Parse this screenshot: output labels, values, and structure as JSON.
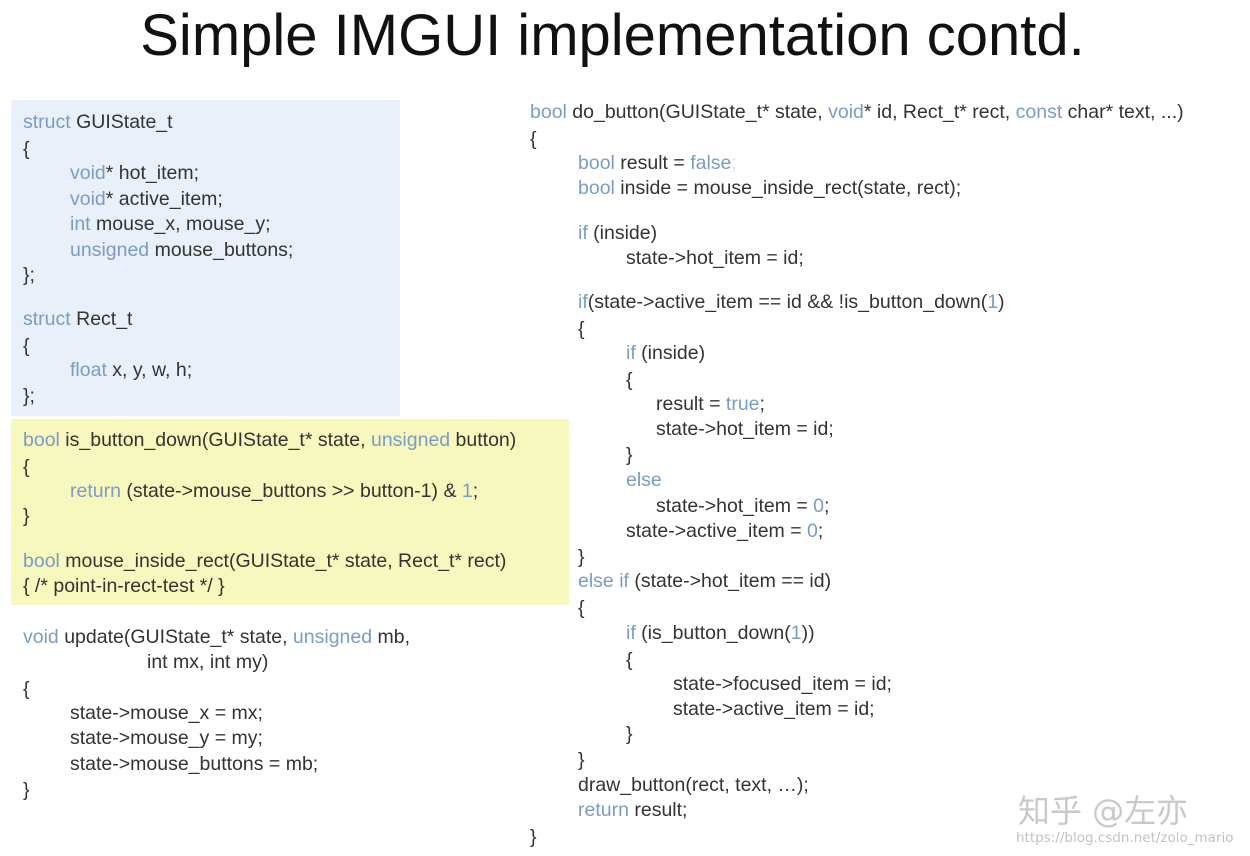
{
  "slide": {
    "title": "Simple IMGUI implementation contd."
  },
  "colors": {
    "keyword": "#7a9cc6",
    "blue_panel": "#e9f0f9",
    "yellow_panel": "#f6f8bd",
    "text": "#333333"
  },
  "code_left": {
    "struct_guistate": [
      "struct GUIState_t",
      "{",
      "void* hot_item;",
      "void* active_item;",
      "int mouse_x, mouse_y;",
      "unsigned mouse_buttons;",
      "};"
    ],
    "struct_rect": [
      "struct Rect_t",
      "{",
      "float x, y, w, h;",
      "};"
    ],
    "is_button_down": [
      "bool is_button_down(GUIState_t* state, unsigned button)",
      "{",
      "return (state->mouse_buttons >> button-1) & 1;",
      "}"
    ],
    "mouse_inside_rect": [
      "bool mouse_inside_rect(GUIState_t* state, Rect_t* rect)",
      "{ /* point-in-rect-test */ }"
    ],
    "update": [
      "void update(GUIState_t* state, unsigned mb,",
      "int mx, int my)",
      "{",
      "state->mouse_x = mx;",
      "state->mouse_y = my;",
      "state->mouse_buttons = mb;",
      "}"
    ]
  },
  "code_right": [
    "bool do_button(GUIState_t* state, void* id, Rect_t* rect, const char* text, ...)",
    "{",
    "bool result = false;",
    "bool inside = mouse_inside_rect(state, rect);",
    "if (inside)",
    "state->hot_item = id;",
    "if(state->active_item == id && !is_button_down(1)",
    "{",
    "if (inside)",
    "{",
    "result = true;",
    "state->hot_item = id;",
    "}",
    "else",
    "state->hot_item = 0;",
    "state->active_item = 0;",
    "}",
    "else if (state->hot_item == id)",
    "{",
    "if (is_button_down(1))",
    "{",
    "state->focused_item = id;",
    "state->active_item = id;",
    "}",
    "}",
    "draw_button(rect, text, …);",
    "return result;",
    "}"
  ],
  "watermark": {
    "brand": "知乎 @左亦",
    "url": "https://blog.csdn.net/zolo_mario"
  }
}
